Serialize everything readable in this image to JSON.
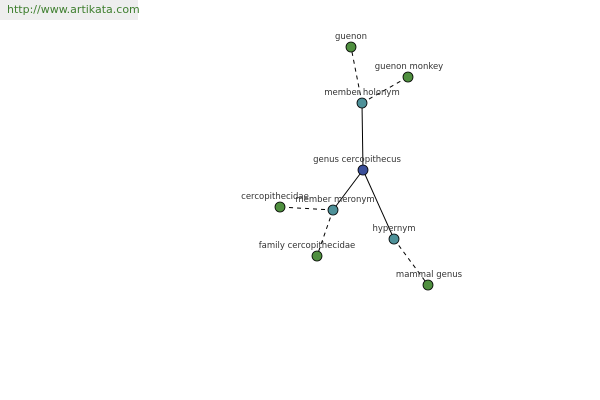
{
  "watermark": "http://www.artikata.com",
  "colors": {
    "center": "#3b4f9a",
    "relation": "#4e9199",
    "leaf": "#4f8f3f",
    "edge": "#000000"
  },
  "nodes": {
    "center": "genus cercopithecus",
    "holonym": "member holonym",
    "meronym": "member meronym",
    "hypernym": "hypernym",
    "guenon": "guenon",
    "guenon_monkey": "guenon monkey",
    "cercopithecidae": "cercopithecidae",
    "family_cercopithecidae": "family cercopithecidae",
    "mammal_genus": "mammal genus"
  }
}
